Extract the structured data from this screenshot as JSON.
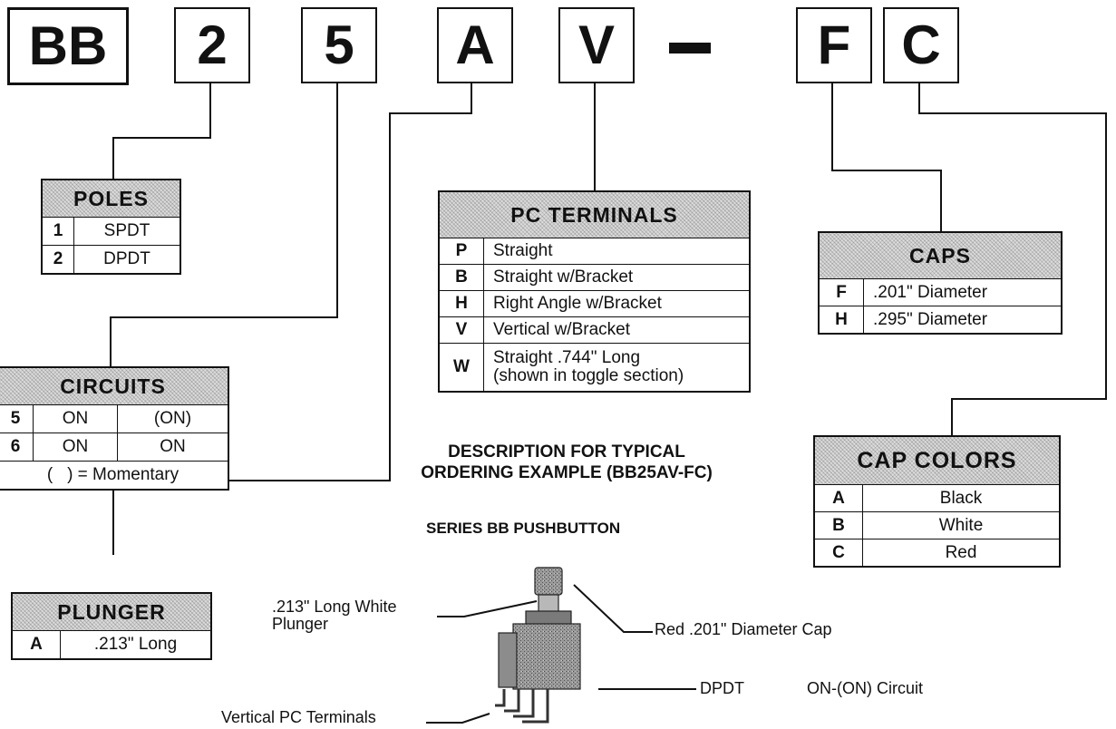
{
  "code": {
    "boxes": [
      "BB",
      "2",
      "5",
      "A",
      "V",
      "F",
      "C"
    ],
    "dash": "-"
  },
  "poles": {
    "title": "POLES",
    "rows": [
      {
        "key": "1",
        "value": "SPDT"
      },
      {
        "key": "2",
        "value": "DPDT"
      }
    ]
  },
  "circuits": {
    "title": "CIRCUITS",
    "rows": [
      {
        "key": "5",
        "a": "ON",
        "b": "(ON)"
      },
      {
        "key": "6",
        "a": "ON",
        "b": "ON"
      }
    ],
    "note": "(   ) = Momentary"
  },
  "plunger": {
    "title": "PLUNGER",
    "rows": [
      {
        "key": "A",
        "value": ".213\" Long"
      }
    ]
  },
  "pc_terminals": {
    "title": "PC TERMINALS",
    "rows": [
      {
        "key": "P",
        "value": "Straight"
      },
      {
        "key": "B",
        "value": "Straight w/Bracket"
      },
      {
        "key": "H",
        "value": "Right Angle w/Bracket"
      },
      {
        "key": "V",
        "value": "Vertical w/Bracket"
      },
      {
        "key": "W",
        "value": "Straight .744\" Long",
        "value2": "(shown in toggle section)"
      }
    ]
  },
  "caps": {
    "title": "CAPS",
    "rows": [
      {
        "key": "F",
        "value": ".201\" Diameter"
      },
      {
        "key": "H",
        "value": ".295\" Diameter"
      }
    ]
  },
  "cap_colors": {
    "title": "CAP COLORS",
    "rows": [
      {
        "key": "A",
        "value": "Black"
      },
      {
        "key": "B",
        "value": "White"
      },
      {
        "key": "C",
        "value": "Red"
      }
    ]
  },
  "description": {
    "line1": "DESCRIPTION FOR TYPICAL",
    "line2": "ORDERING EXAMPLE (BB25AV-FC)",
    "series": "SERIES BB PUSHBUTTON"
  },
  "callouts": {
    "plunger_line1": ".213\" Long White",
    "plunger_line2": "Plunger",
    "cap": "Red .201\" Diameter Cap",
    "dpdt": "DPDT",
    "circuit": "ON-(ON) Circuit",
    "terminals": "Vertical PC Terminals"
  }
}
